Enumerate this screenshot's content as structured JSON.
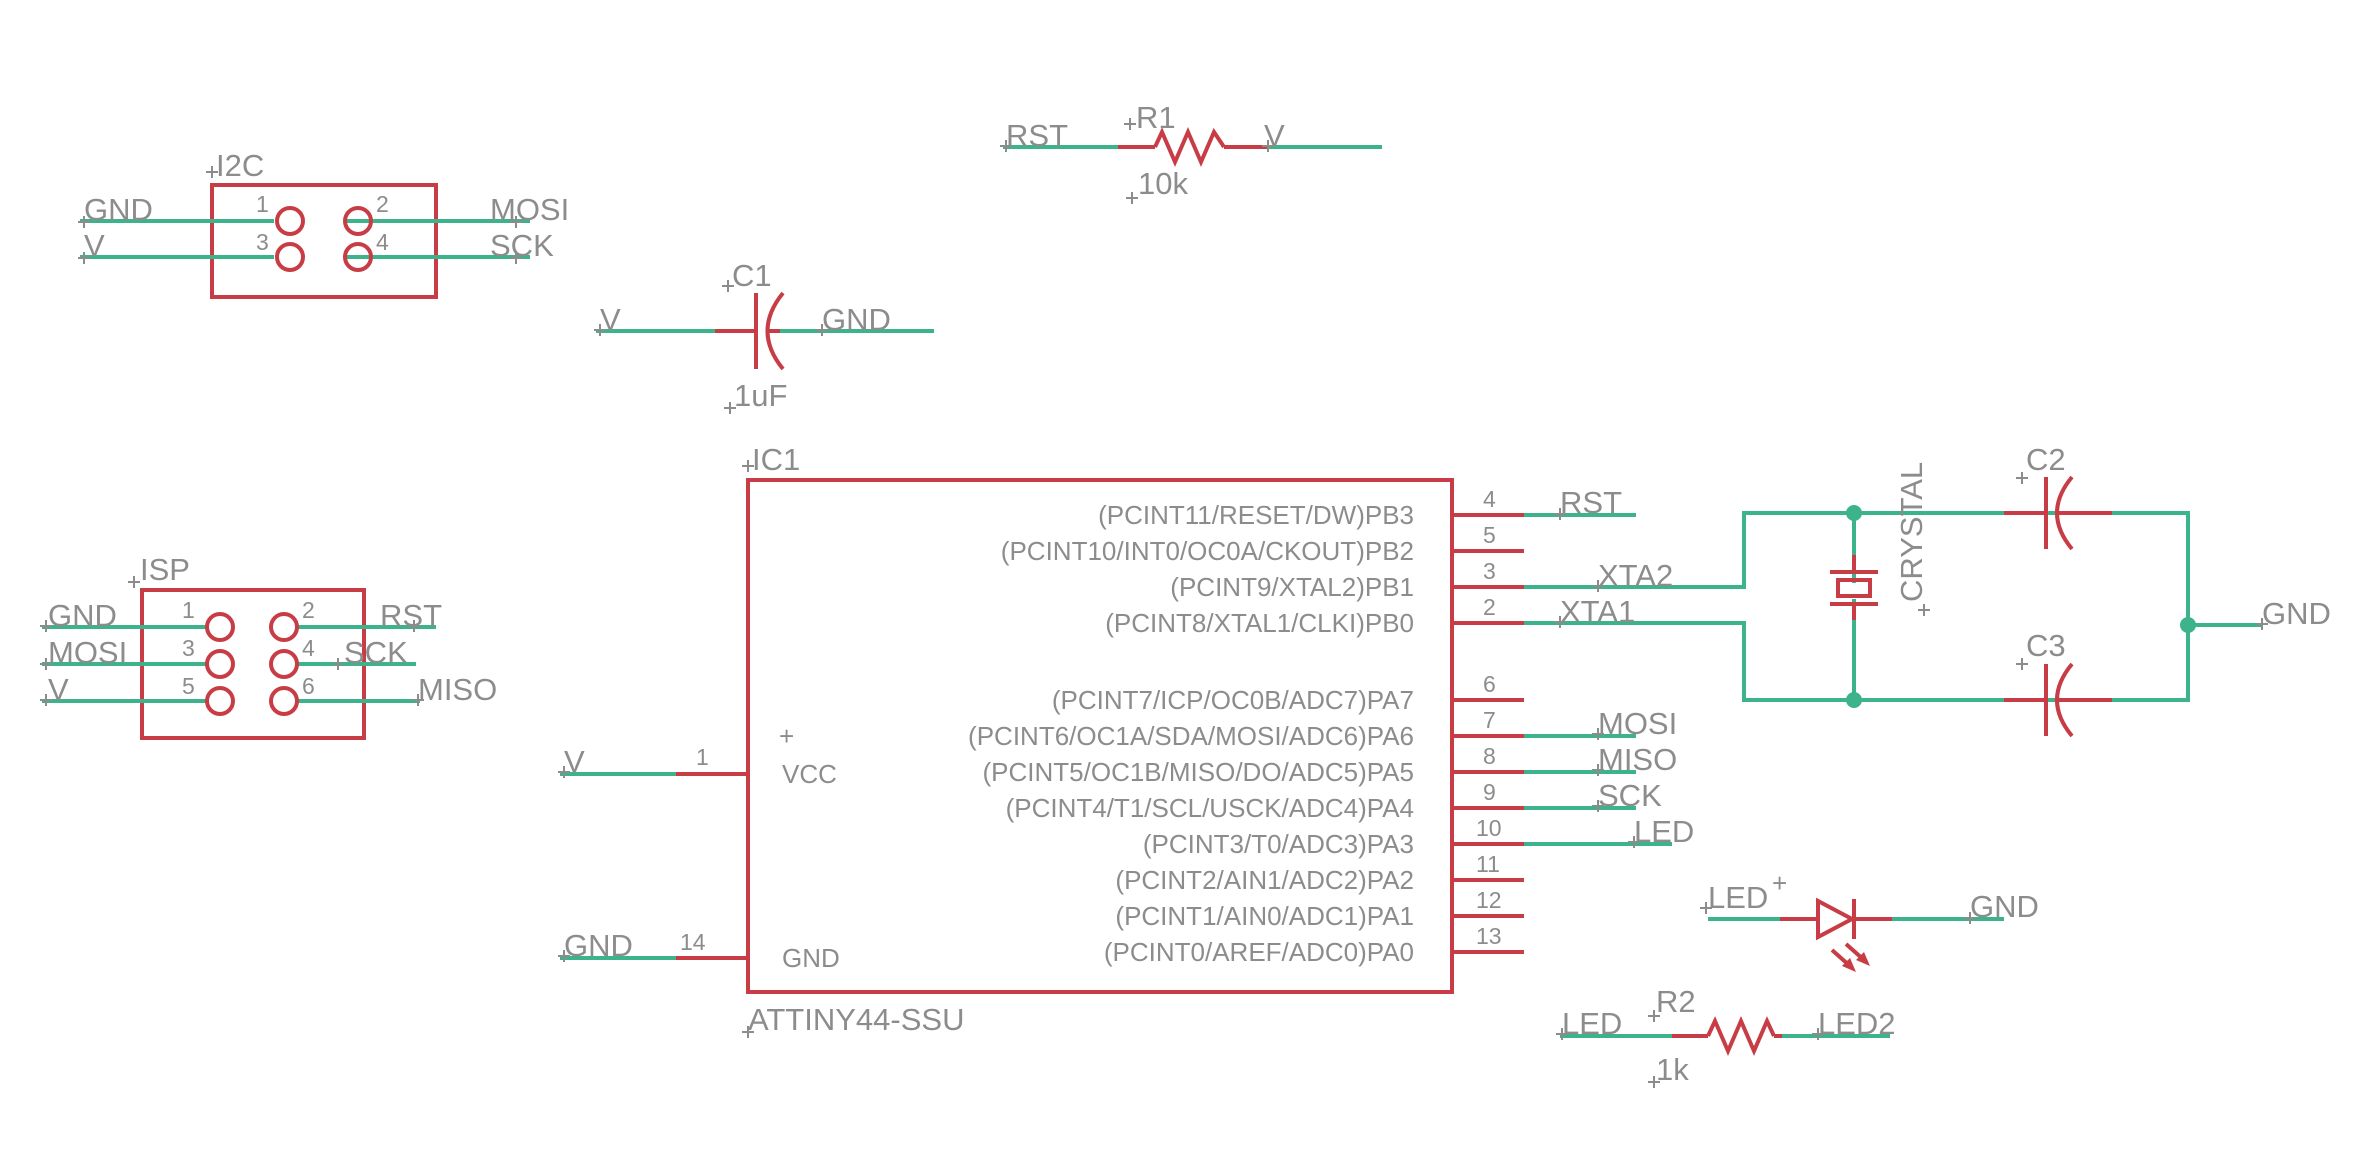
{
  "parts": {
    "i2c": {
      "name": "I2C",
      "pins": [
        "1",
        "2",
        "3",
        "4"
      ],
      "nets": {
        "gnd": "GND",
        "v": "V",
        "mosi": "MOSI",
        "sck": "SCK"
      }
    },
    "r1": {
      "name": "R1",
      "value": "10k",
      "nets": {
        "left": "RST",
        "right": "V"
      }
    },
    "c1": {
      "name": "C1",
      "value": "1uF",
      "nets": {
        "left": "V",
        "right": "GND"
      }
    },
    "isp": {
      "name": "ISP",
      "pins": [
        "1",
        "2",
        "3",
        "4",
        "5",
        "6"
      ],
      "nets": {
        "gnd": "GND",
        "rst": "RST",
        "mosi": "MOSI",
        "sck": "SCK",
        "v": "V",
        "miso": "MISO"
      }
    },
    "ic1": {
      "name": "IC1",
      "value": "ATTINY44-SSU",
      "plus": "+",
      "left_pins": [
        {
          "num": "1",
          "name": "VCC",
          "net": "V"
        },
        {
          "num": "14",
          "name": "GND",
          "net": "GND"
        }
      ],
      "right_pins": [
        {
          "num": "4",
          "name": "(PCINT11/RESET/DW)PB3",
          "net": "RST"
        },
        {
          "num": "5",
          "name": "(PCINT10/INT0/OC0A/CKOUT)PB2",
          "net": ""
        },
        {
          "num": "3",
          "name": "(PCINT9/XTAL2)PB1",
          "net": "XTA2"
        },
        {
          "num": "2",
          "name": "(PCINT8/XTAL1/CLKI)PB0",
          "net": "XTA1"
        },
        {
          "num": "6",
          "name": "(PCINT7/ICP/OC0B/ADC7)PA7",
          "net": ""
        },
        {
          "num": "7",
          "name": "(PCINT6/OC1A/SDA/MOSI/ADC6)PA6",
          "net": "MOSI"
        },
        {
          "num": "8",
          "name": "(PCINT5/OC1B/MISO/DO/ADC5)PA5",
          "net": "MISO"
        },
        {
          "num": "9",
          "name": "(PCINT4/T1/SCL/USCK/ADC4)PA4",
          "net": "SCK"
        },
        {
          "num": "10",
          "name": "(PCINT3/T0/ADC3)PA3",
          "net": "LED"
        },
        {
          "num": "11",
          "name": "(PCINT2/AIN1/ADC2)PA2",
          "net": ""
        },
        {
          "num": "12",
          "name": "(PCINT1/AIN0/ADC1)PA1",
          "net": ""
        },
        {
          "num": "13",
          "name": "(PCINT0/AREF/ADC0)PA0",
          "net": ""
        }
      ]
    },
    "crystal": {
      "name": "CRYSTAL"
    },
    "c2": {
      "name": "C2"
    },
    "c3": {
      "name": "C3"
    },
    "gnd_osc": "GND",
    "led": {
      "name": "LED",
      "plus": "+",
      "net_right": "GND"
    },
    "r2": {
      "name": "R2",
      "value": "1k",
      "nets": {
        "left": "LED",
        "right": "LED2"
      }
    }
  }
}
